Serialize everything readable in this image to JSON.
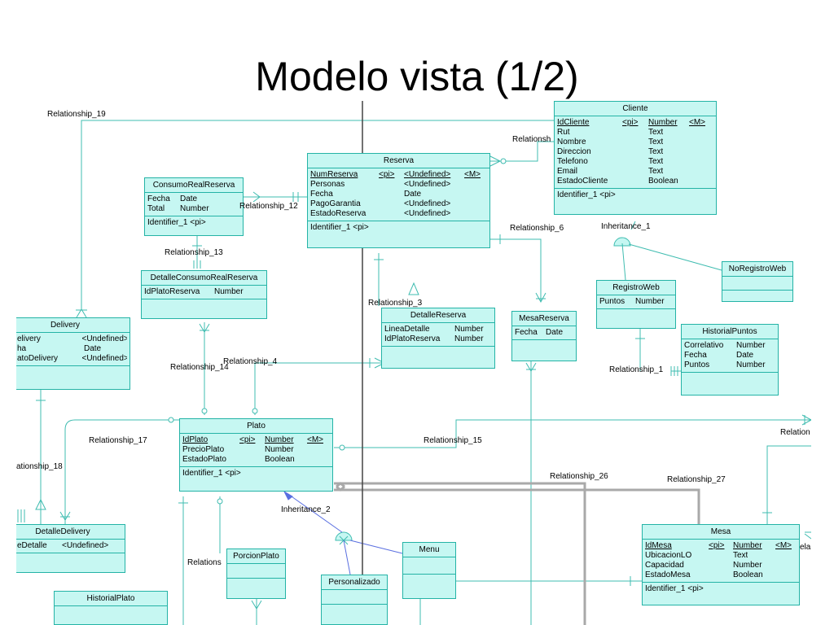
{
  "slide": {
    "title": "Modelo vista (1/2)"
  },
  "entities": {
    "cliente": {
      "name": "Cliente",
      "pk": {
        "name": "IdCliente",
        "tag": "<pi>",
        "type": "Number",
        "mand": "<M>"
      },
      "attrs": [
        {
          "name": "Rut",
          "type": "Text"
        },
        {
          "name": "Nombre",
          "type": "Text"
        },
        {
          "name": "Direccion",
          "type": "Text"
        },
        {
          "name": "Telefono",
          "type": "Text"
        },
        {
          "name": "Email",
          "type": "Text"
        },
        {
          "name": "EstadoCliente",
          "type": "Boolean"
        }
      ],
      "identifier": "Identifier_1   <pi>"
    },
    "reserva": {
      "name": "Reserva",
      "pk": {
        "name": "NumReserva",
        "tag": "<pi>",
        "type": "<Undefined>",
        "mand": "<M>"
      },
      "attrs": [
        {
          "name": "Personas",
          "type": "<Undefined>"
        },
        {
          "name": "Fecha",
          "type": "Date"
        },
        {
          "name": "PagoGarantia",
          "type": "<Undefined>"
        },
        {
          "name": "EstadoReserva",
          "type": "<Undefined>"
        }
      ],
      "identifier": "Identifier_1   <pi>"
    },
    "consumo": {
      "name": "ConsumoRealReserva",
      "attrs": [
        {
          "name": "Fecha",
          "type": "Date"
        },
        {
          "name": "Total",
          "type": "Number"
        }
      ],
      "identifier": "Identifier_1   <pi>"
    },
    "detalleConsumo": {
      "name": "DetalleConsumoRealReserva",
      "attrs": [
        {
          "name": "IdPlatoReserva",
          "type": "Number"
        }
      ]
    },
    "delivery": {
      "name": "Delivery",
      "attrs": [
        {
          "name": "elivery",
          "type": "<Undefined>"
        },
        {
          "name": "ha",
          "type": "Date"
        },
        {
          "name": "atoDelivery",
          "type": "<Undefined>"
        }
      ]
    },
    "detalleReserva": {
      "name": "DetalleReserva",
      "attrs": [
        {
          "name": "LineaDetalle",
          "type": "Number"
        },
        {
          "name": "IdPlatoReserva",
          "type": "Number"
        }
      ]
    },
    "mesaReserva": {
      "name": "MesaReserva",
      "attrs": [
        {
          "name": "Fecha",
          "type": "Date"
        }
      ]
    },
    "registroWeb": {
      "name": "RegistroWeb",
      "attrs": [
        {
          "name": "Puntos",
          "type": "Number"
        }
      ]
    },
    "noRegistroWeb": {
      "name": "NoRegistroWeb"
    },
    "historialPuntos": {
      "name": "HistorialPuntos",
      "attrs": [
        {
          "name": "Correlativo",
          "type": "Number"
        },
        {
          "name": "Fecha",
          "type": "Date"
        },
        {
          "name": "Puntos",
          "type": "Number"
        }
      ]
    },
    "plato": {
      "name": "Plato",
      "pk": {
        "name": "IdPlato",
        "tag": "<pi>",
        "type": "Number",
        "mand": "<M>"
      },
      "attrs": [
        {
          "name": "PrecioPlato",
          "type": "Number"
        },
        {
          "name": "EstadoPlato",
          "type": "Boolean"
        }
      ],
      "identifier": "Identifier_1   <pi>"
    },
    "detalleDelivery": {
      "name": "DetalleDelivery",
      "attrs": [
        {
          "name": "eDetalle",
          "type": "<Undefined>"
        }
      ]
    },
    "historialPlato": {
      "name": "HistorialPlato"
    },
    "porcionPlato": {
      "name": "PorcionPlato"
    },
    "personalizado": {
      "name": "Personalizado"
    },
    "menu": {
      "name": "Menu"
    },
    "mesa": {
      "name": "Mesa",
      "pk": {
        "name": "IdMesa",
        "tag": "<pi>",
        "type": "Number",
        "mand": "<M>"
      },
      "attrs": [
        {
          "name": "UbicacionLO",
          "type": "Text"
        },
        {
          "name": "Capacidad",
          "type": "Number"
        },
        {
          "name": "EstadoMesa",
          "type": "Boolean"
        }
      ],
      "identifier": "Identifier_1   <pi>"
    }
  },
  "labels": {
    "rel19": "Relationship_19",
    "relCliente": "Relationsh",
    "rel12": "Relationship_12",
    "rel13": "Relationship_13",
    "rel3": "Relationship_3",
    "rel6": "Relationship_6",
    "inh1": "Inheritance_1",
    "rel4": "Relationship_4",
    "rel14": "Relationship_14",
    "rel1": "Relationship_1",
    "rel17": "Relationship_17",
    "rel15": "Relationship_15",
    "relRight": "Relation",
    "rel18": "ationship_18",
    "rel26": "Relationship_26",
    "rel27": "Relationship_27",
    "inh2": "Inheritance_2",
    "relations": "Relations",
    "relElla": "ela"
  }
}
